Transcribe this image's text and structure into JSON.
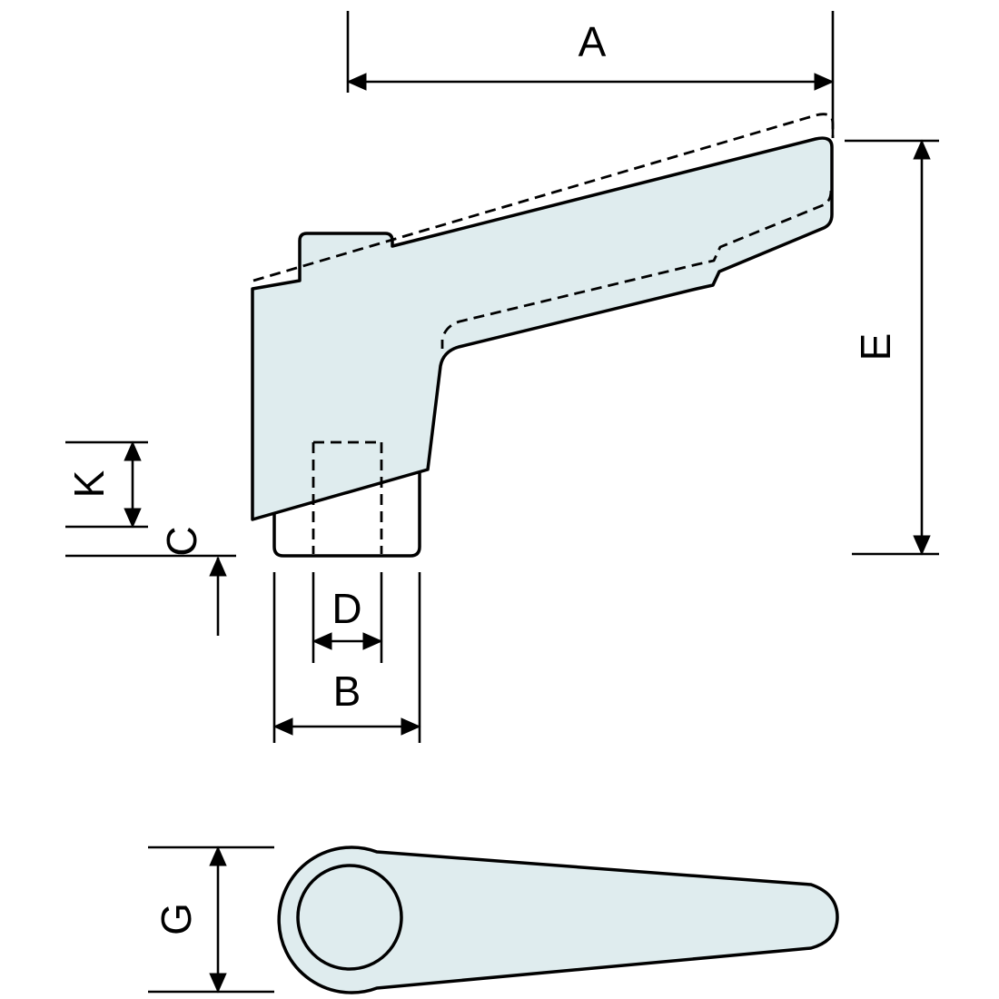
{
  "dimensions": {
    "A": "A",
    "B": "B",
    "C": "C",
    "D": "D",
    "E": "E",
    "G": "G",
    "K": "K"
  },
  "colors": {
    "outline": "#000000",
    "part_fill": "#dfecee",
    "stud_fill": "#ffffff",
    "background": "#ffffff"
  }
}
